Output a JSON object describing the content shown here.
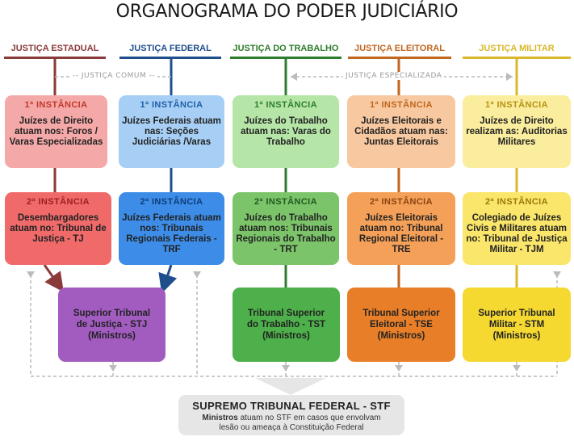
{
  "title": "ORGANOGRAMA DO PODER JUDICIÁRIO",
  "bands": {
    "comum": "JUSTIÇA COMUM",
    "especializada": "JUSTIÇA ESPECIALIZADA"
  },
  "columns": [
    {
      "header": "JUSTIÇA ESTADUAL",
      "color": "#8b3a3a",
      "first": {
        "label": "1ª INSTÂNCIA",
        "text": "Juízes de Direito atuam nos: Foros / Varas Especializadas",
        "bg": "#f4a9a8",
        "labelColor": "#c0392b"
      },
      "second": {
        "label": "2ª INSTÂNCIA",
        "text": "Desembargadores atuam no: Tribunal de Justiça - TJ",
        "bg": "#f06a6a",
        "labelColor": "#9b1f1f"
      }
    },
    {
      "header": "JUSTIÇA FEDERAL",
      "color": "#1f4e8c",
      "first": {
        "label": "1ª INSTÂNCIA",
        "text": "Juízes Federais atuam nas: Seções Judiciárias /Varas",
        "bg": "#a7cff5",
        "labelColor": "#1f5fa8"
      },
      "second": {
        "label": "2ª INSTÂNCIA",
        "text": "Juízes Federais atuam nos: Tribunais Regionais Federais - TRF",
        "bg": "#3d8de8",
        "labelColor": "#0d3d7a"
      }
    },
    {
      "header": "JUSTIÇA DO TRABALHO",
      "color": "#2e7d2e",
      "first": {
        "label": "1ª INSTÂNCIA",
        "text": "Juízes do Trabalho atuam nas: Varas do Trabalho",
        "bg": "#b5e6a8",
        "labelColor": "#2e7d2e"
      },
      "second": {
        "label": "2ª INSTÂNCIA",
        "text": "Juízes do Trabalho atuam nos: Tribunais Regionais do Trabalho - TRT",
        "bg": "#7cc46a",
        "labelColor": "#1f5a1f"
      }
    },
    {
      "header": "JUSTIÇA ELEITORAL",
      "color": "#c0661f",
      "first": {
        "label": "1ª INSTÂNCIA",
        "text": "Juízes Eleitorais e Cidadãos atuam nas: Juntas Eleitorais",
        "bg": "#f8c9a0",
        "labelColor": "#c0661f"
      },
      "second": {
        "label": "2ª INSTÂNCIA",
        "text": "Juízes Eleitorais atuam no: Tribunal Regional Eleitoral - TRE",
        "bg": "#f5a058",
        "labelColor": "#8a4410"
      }
    },
    {
      "header": "JUSTIÇA MILITAR",
      "color": "#d9b82a",
      "first": {
        "label": "1ª INSTÂNCIA",
        "text": "Juízes de Direito realizam as: Auditorias Militares",
        "bg": "#faed9e",
        "labelColor": "#b89212"
      },
      "second": {
        "label": "2ª INSTÂNCIA",
        "text": "Colegiado de Juízes Civis e Militares atuam no: Tribunal de Justiça Militar - TJM",
        "bg": "#fae66a",
        "labelColor": "#9a7a0a"
      }
    }
  ],
  "superior": [
    {
      "line1": "Superior Tribunal",
      "line2": "de Justiça - STJ",
      "line3": "(Ministros)",
      "bg": "#a25cc0"
    },
    {
      "line1": "Tribunal Superior",
      "line2": "do Trabalho - TST",
      "line3": "(Ministros)",
      "bg": "#4db04a"
    },
    {
      "line1": "Tribunal Superior",
      "line2": "Eleitoral - TSE",
      "line3": "(Ministros)",
      "bg": "#e87f28"
    },
    {
      "line1": "Superior Tribunal",
      "line2": "Militar - STM",
      "line3": "(Ministros)",
      "bg": "#f5d931"
    }
  ],
  "stf": {
    "title": "SUPREMO TRIBUNAL FEDERAL - STF",
    "ministros": "Ministros",
    "desc": "atuam no STF em casos que envolvam lesão ou ameaça à Constituição Federal"
  }
}
